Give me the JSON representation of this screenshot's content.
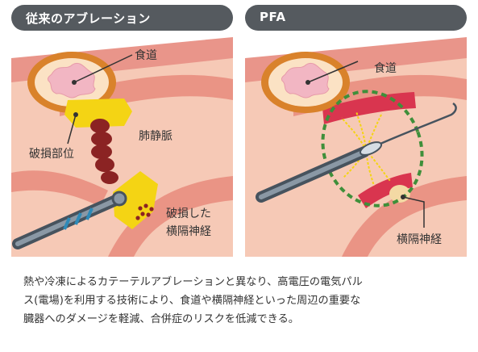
{
  "panels": {
    "left": {
      "title": "従来のアブレーション",
      "labels": {
        "esophagus": "食道",
        "damaged_site": "破損部位",
        "pulmonary_vein": "肺静脈",
        "damaged_nerve_line1": "破損した",
        "damaged_nerve_line2": "横隔神経"
      }
    },
    "right": {
      "title": "PFA",
      "labels": {
        "esophagus": "食道",
        "phrenic_nerve": "横隔神経"
      }
    }
  },
  "description": {
    "line1": "熱や冷凍によるカテーテルアブレーションと異なり、高電圧の電気パル",
    "line2": "ス(電場)を利用する技術により、食道や横隔神経といった周辺の重要な",
    "line3": "臓器へのダメージを軽減、合併症のリスクを低減できる。"
  },
  "colors": {
    "header_bg": "#555a5f",
    "tissue_outer": "#e9958a",
    "tissue_inner": "#f6c9b6",
    "esophagus_ring": "#d9822b",
    "esophagus_core": "#f2b6c3",
    "damage_yellow": "#f4d414",
    "pfa_field_green": "#3f8f3a",
    "nerve_cream": "#f3d9a4",
    "burn_dark_red": "#8b2323"
  }
}
